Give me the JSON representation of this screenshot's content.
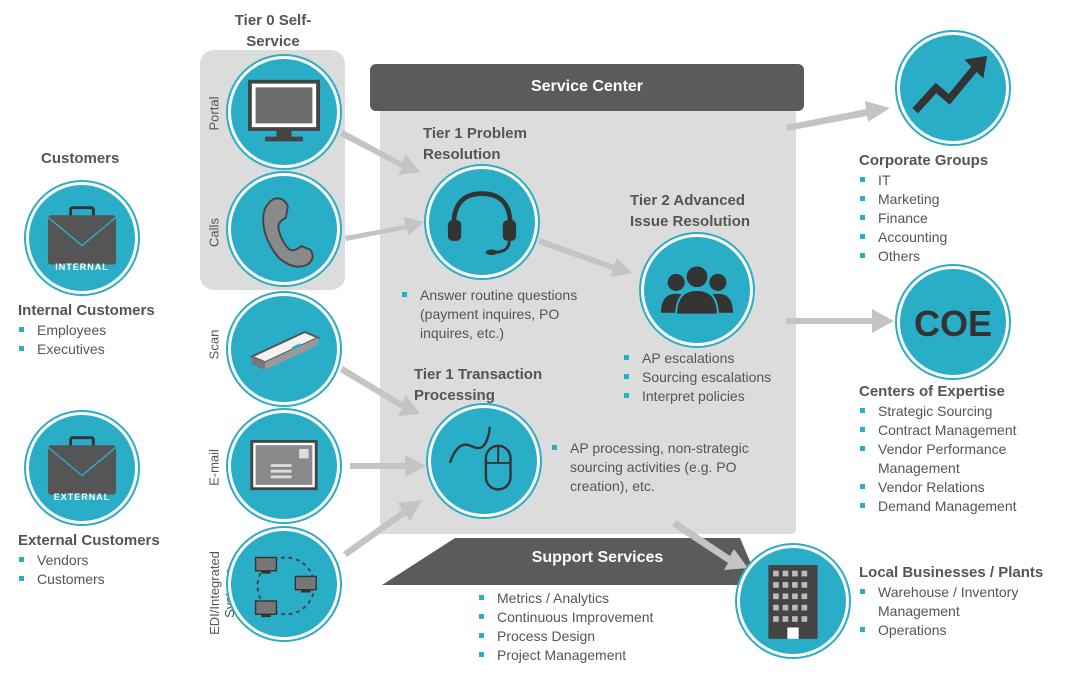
{
  "colors": {
    "accent": "#2AADC6",
    "panel": "#DCDCDC",
    "dark": "#5B5B5B",
    "arrow": "#C4C4C4"
  },
  "tier0": {
    "title": "Tier 0 Self-\nService",
    "portal": "Portal",
    "calls": "Calls",
    "scan": "Scan",
    "email": "E-mail",
    "edi": "EDI/Integrated\nSystems"
  },
  "customers": {
    "title": "Customers",
    "internal_badge": "INTERNAL",
    "external_badge": "EXTERNAL",
    "internal_title": "Internal Customers",
    "internal_items": [
      "Employees",
      "Executives"
    ],
    "external_title": "External Customers",
    "external_items": [
      "Vendors",
      "Customers"
    ]
  },
  "service_center": {
    "title": "Service Center",
    "tier1_problem": "Tier 1 Problem\nResolution",
    "tier1_problem_items": [
      "Answer routine questions (payment inquires, PO inquires, etc.)"
    ],
    "tier2": "Tier 2 Advanced\nIssue Resolution",
    "tier2_items": [
      "AP escalations",
      "Sourcing escalations",
      "Interpret policies"
    ],
    "tier1_transaction": "Tier 1 Transaction\nProcessing",
    "tier1_transaction_items": [
      "AP processing, non-strategic sourcing activities (e.g. PO creation), etc."
    ]
  },
  "support": {
    "title": "Support Services",
    "items": [
      "Metrics / Analytics",
      "Continuous Improvement",
      "Process Design",
      "Project Management"
    ]
  },
  "corporate": {
    "title": "Corporate Groups",
    "items": [
      "IT",
      "Marketing",
      "Finance",
      "Accounting",
      "Others"
    ]
  },
  "coe": {
    "badge": "COE",
    "title": "Centers of Expertise",
    "items": [
      "Strategic Sourcing",
      "Contract Management",
      "Vendor Performance Management",
      "Vendor Relations",
      "Demand Management"
    ]
  },
  "local": {
    "title": "Local Businesses / Plants",
    "items": [
      "Warehouse / Inventory Management",
      "Operations"
    ]
  }
}
